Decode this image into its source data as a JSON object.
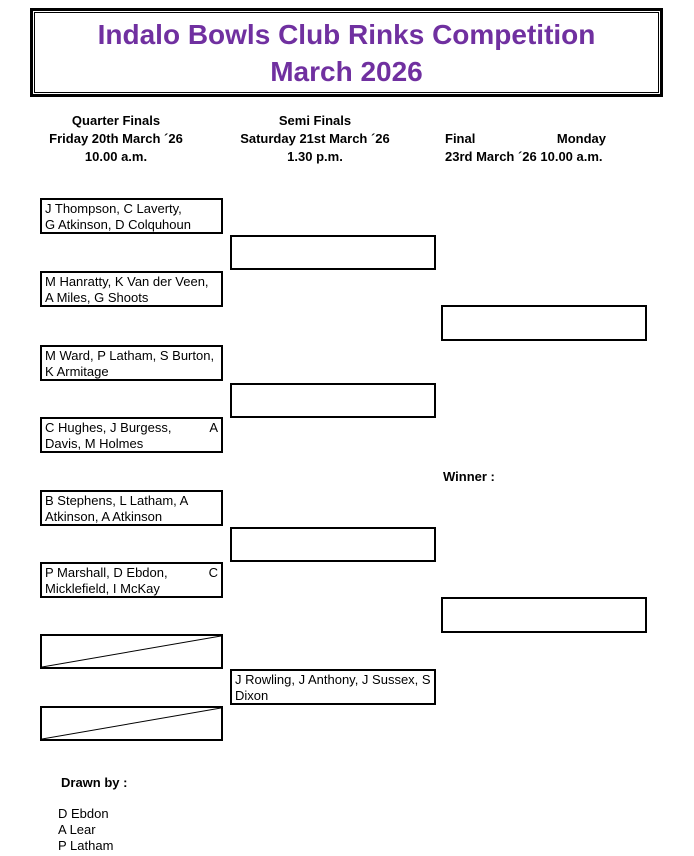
{
  "title": {
    "line1": "Indalo Bowls Club Rinks Competition",
    "line2": "March 2026",
    "color": "#7030A0"
  },
  "headers": {
    "quarter_finals": {
      "lines": [
        "Quarter Finals",
        "Friday 20th March ´26",
        "10.00 a.m."
      ]
    },
    "semi_finals": {
      "lines": [
        "Semi Finals",
        "Saturday 21st March ´26",
        "1.30 p.m."
      ]
    },
    "final": {
      "line1_left": "Final",
      "line1_right": "Monday",
      "line2": "23rd March ´26 10.00 a.m."
    }
  },
  "bracket": {
    "quarter_finals": [
      {
        "line1_left": "J Thompson, C Laverty,",
        "line1_right": "",
        "line2": "G Atkinson, D Colquhoun"
      },
      {
        "line1_left": "M Hanratty, K Van der Veen,",
        "line1_right": "",
        "line2": "A Miles, G Shoots"
      },
      {
        "line1_left": "M Ward, P Latham, S Burton,",
        "line1_right": "",
        "line2": "K Armitage"
      },
      {
        "line1_left": "C Hughes, J Burgess,",
        "line1_right": "A",
        "line2": "Davis, M Holmes"
      },
      {
        "line1_left": "B Stephens, L Latham, A",
        "line1_right": "",
        "line2": "Atkinson, A Atkinson"
      },
      {
        "line1_left": "P Marshall, D Ebdon,",
        "line1_right": "C",
        "line2": "Micklefield, I McKay"
      }
    ],
    "semi_finals": [
      {
        "line1_left": "",
        "line1_right": "",
        "line2": ""
      },
      {
        "line1_left": "",
        "line1_right": "",
        "line2": ""
      },
      {
        "line1_left": "",
        "line1_right": "",
        "line2": ""
      },
      {
        "line1_left": "J Rowling, J Anthony, J Sussex, S",
        "line1_right": "",
        "line2": "Dixon"
      }
    ],
    "final_slots": [
      {
        "line1_left": "",
        "line1_right": "",
        "line2": ""
      },
      {
        "line1_left": "",
        "line1_right": "",
        "line2": ""
      }
    ],
    "winner_label": "Winner :"
  },
  "footer": {
    "drawn_by_label": "Drawn by :",
    "names": [
      "D Ebdon",
      "A Lear",
      "P Latham"
    ]
  }
}
